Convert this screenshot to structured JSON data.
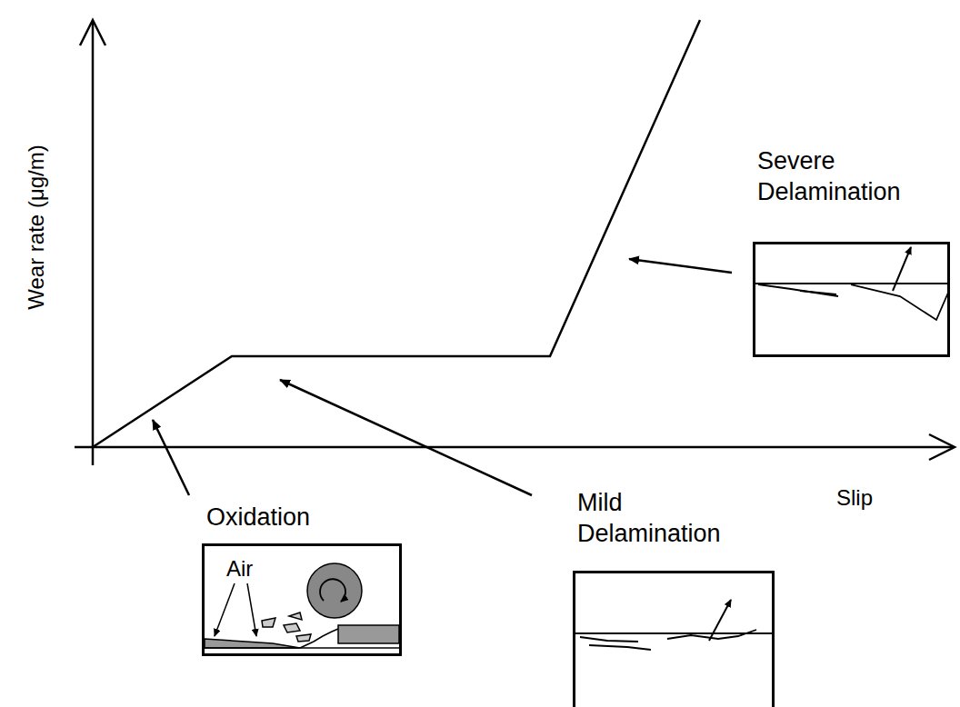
{
  "diagram": {
    "nodes": [
      {
        "text": [
          "Oxidation",
          "Air"
        ]
      },
      {
        "text": [
          "Mild Delamination"
        ]
      },
      {
        "text": [
          "Severe Delamination"
        ]
      }
    ],
    "labels": [
      "Wear rate (μg/m)",
      "Slip"
    ]
  }
}
